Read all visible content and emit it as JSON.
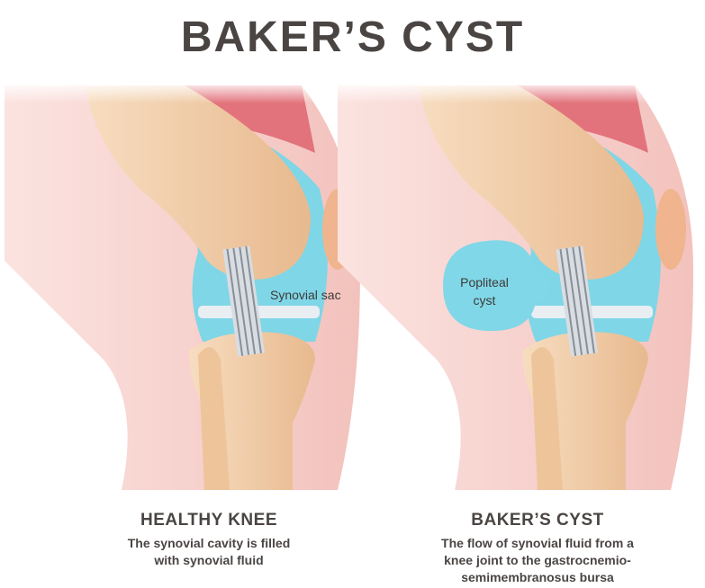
{
  "title": "BAKER’S CYST",
  "panels": [
    {
      "heading": "HEALTHY KNEE",
      "description_lines": [
        "The synovial cavity is filled",
        "with synovial fluid"
      ],
      "label": "Synovial sac"
    },
    {
      "heading": "BAKER’S CYST",
      "description_lines": [
        "The flow of synovial fluid from a",
        "knee joint to the gastrocnemio-",
        "semimembranosus bursa"
      ],
      "label_lines": [
        "Popliteal",
        "cyst"
      ]
    }
  ],
  "colors": {
    "skin": "#f7d3cf",
    "bone": "#f2cda6",
    "synovial": "#7fd6e6",
    "muscle": "#e2737c",
    "text": "#4a4543"
  }
}
